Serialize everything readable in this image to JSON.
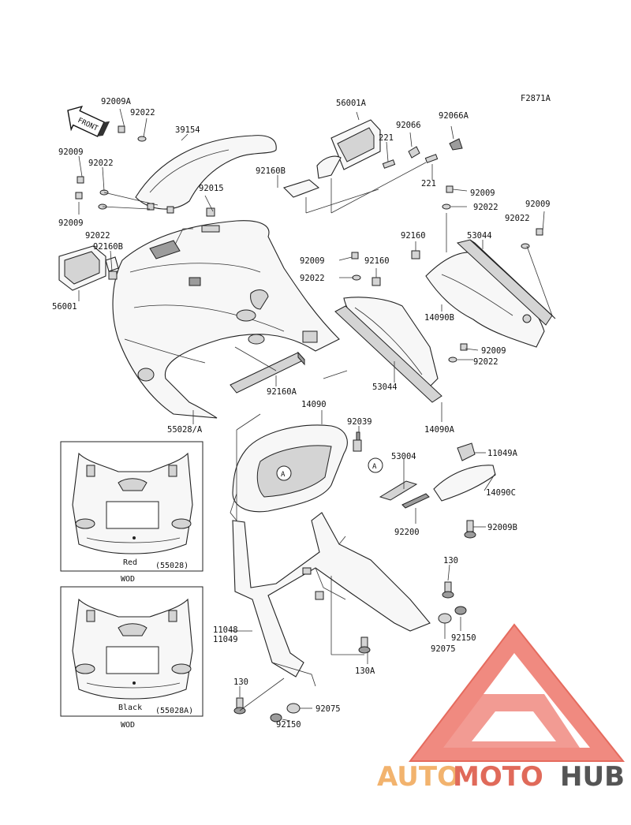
{
  "diagram_code": "F2871A",
  "front_label": "FRONT",
  "callout_marker": "A",
  "labels": [
    {
      "id": "92009A-top",
      "text": "92009A"
    },
    {
      "id": "92022-top",
      "text": "92022"
    },
    {
      "id": "39154",
      "text": "39154"
    },
    {
      "id": "92009-left1",
      "text": "92009"
    },
    {
      "id": "92022-left1",
      "text": "92022"
    },
    {
      "id": "92015",
      "text": "92015"
    },
    {
      "id": "92009-left2",
      "text": "92009"
    },
    {
      "id": "92022-left2",
      "text": "92022"
    },
    {
      "id": "92160B-left",
      "text": "92160B"
    },
    {
      "id": "56001",
      "text": "56001"
    },
    {
      "id": "56001A",
      "text": "56001A"
    },
    {
      "id": "92066",
      "text": "92066"
    },
    {
      "id": "92066A",
      "text": "92066A"
    },
    {
      "id": "221-a",
      "text": "221"
    },
    {
      "id": "221-b",
      "text": "221"
    },
    {
      "id": "92160B-mid",
      "text": "92160B"
    },
    {
      "id": "92009-r1",
      "text": "92009"
    },
    {
      "id": "92022-r1",
      "text": "92022"
    },
    {
      "id": "92009-r2",
      "text": "92009"
    },
    {
      "id": "92022-r2",
      "text": "92022"
    },
    {
      "id": "92160-a",
      "text": "92160"
    },
    {
      "id": "53044-a",
      "text": "53044"
    },
    {
      "id": "92009-mid",
      "text": "92009"
    },
    {
      "id": "92160-b",
      "text": "92160"
    },
    {
      "id": "92022-mid",
      "text": "92022"
    },
    {
      "id": "14090B",
      "text": "14090B"
    },
    {
      "id": "92009-r3",
      "text": "92009"
    },
    {
      "id": "92022-r3",
      "text": "92022"
    },
    {
      "id": "53044-b",
      "text": "53044"
    },
    {
      "id": "92160A",
      "text": "92160A"
    },
    {
      "id": "55028A",
      "text": "55028/A"
    },
    {
      "id": "14090A",
      "text": "14090A"
    },
    {
      "id": "14090",
      "text": "14090"
    },
    {
      "id": "92039",
      "text": "92039"
    },
    {
      "id": "53004",
      "text": "53004"
    },
    {
      "id": "11049A",
      "text": "11049A"
    },
    {
      "id": "14090C",
      "text": "14090C"
    },
    {
      "id": "92200",
      "text": "92200"
    },
    {
      "id": "92009B",
      "text": "92009B"
    },
    {
      "id": "130-r",
      "text": "130"
    },
    {
      "id": "11048",
      "text": "11048"
    },
    {
      "id": "11049",
      "text": "11049"
    },
    {
      "id": "92150-r",
      "text": "92150"
    },
    {
      "id": "92075-r",
      "text": "92075"
    },
    {
      "id": "130A",
      "text": "130A"
    },
    {
      "id": "130-l",
      "text": "130"
    },
    {
      "id": "92075-b",
      "text": "92075"
    },
    {
      "id": "92150-b",
      "text": "92150"
    }
  ],
  "inset_red": {
    "color_label": "Red",
    "part_ref": "(55028)",
    "caption": "WOD"
  },
  "inset_black": {
    "color_label": "Black",
    "part_ref": "(55028A)",
    "caption": "WOD"
  },
  "watermark": {
    "part1": "AUTO",
    "part2": "MOTO",
    "part3": "HUB",
    "colors": {
      "auto": "#f2b36e",
      "moto": "#e06a5a",
      "hub": "#555555",
      "logo": "#f08a80"
    }
  }
}
